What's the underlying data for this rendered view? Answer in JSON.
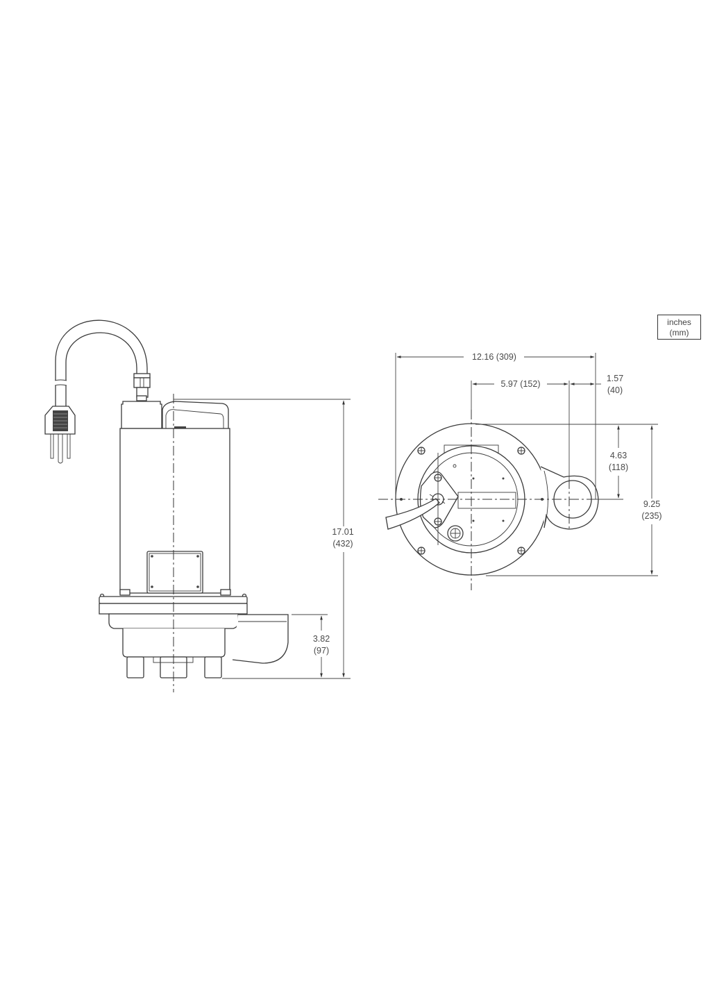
{
  "legend": {
    "unit_primary": "inches",
    "unit_secondary": "(mm)"
  },
  "side_view": {
    "overall_height": {
      "in": "17.01",
      "mm": "(432)"
    },
    "discharge_height": {
      "in": "3.82",
      "mm": "(97)"
    }
  },
  "top_view": {
    "overall_width": {
      "label": "12.16 (309)"
    },
    "center_to_discharge": {
      "label": "5.97 (152)"
    },
    "discharge_offset": {
      "in": "1.57",
      "mm": "(40)"
    },
    "discharge_to_edge": {
      "in": "4.63",
      "mm": "(118)"
    },
    "overall_depth": {
      "in": "9.25",
      "mm": "(235)"
    }
  }
}
